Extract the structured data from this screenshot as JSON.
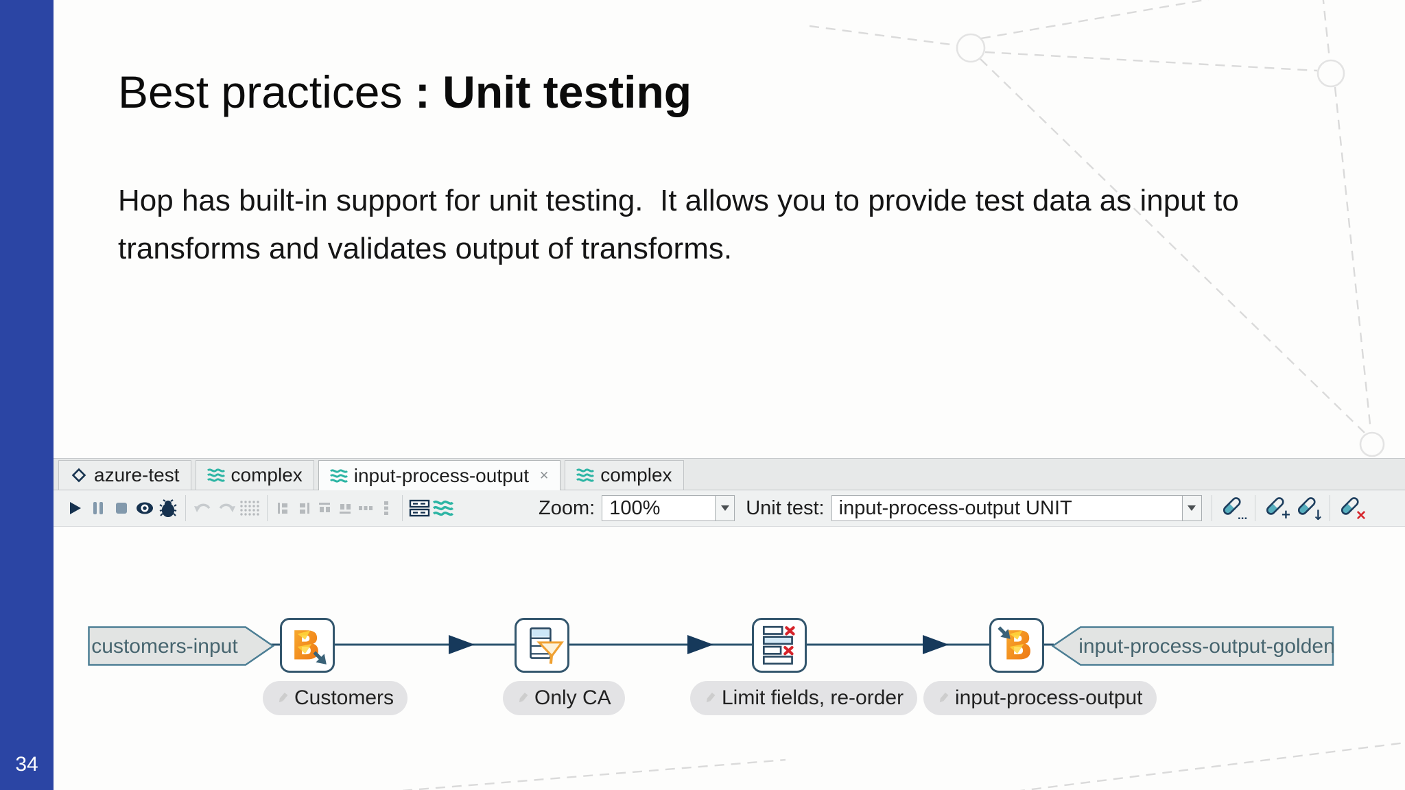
{
  "slide": {
    "page_number": "34",
    "title": {
      "regular": "Best practices ",
      "bold": ": Unit testing"
    },
    "body": "Hop has built-in support for unit testing.  It allows you to provide test data as input to transforms and validates output of transforms."
  },
  "hop": {
    "tabs": [
      {
        "label": "azure-test",
        "icon": "workflow-diamond-icon",
        "active": false
      },
      {
        "label": "complex",
        "icon": "pipeline-waves-icon",
        "active": false
      },
      {
        "label": "input-process-output",
        "icon": "pipeline-waves-icon",
        "active": true,
        "close_glyph": "✕"
      },
      {
        "label": "complex",
        "icon": "pipeline-waves-icon",
        "active": false
      }
    ],
    "toolbar": {
      "zoom_label": "Zoom:",
      "zoom_value": "100%",
      "unit_test_label": "Unit test:",
      "unit_test_value": "input-process-output UNIT"
    },
    "pipeline": {
      "input_data_set_label": "customers-input",
      "golden_data_set_label": "input-process-output-golden",
      "transforms": [
        {
          "name": "Customers",
          "type": "beam-input"
        },
        {
          "name": "Only CA",
          "type": "filter-rows"
        },
        {
          "name": "Limit fields, re-order",
          "type": "select-values"
        },
        {
          "name": "input-process-output",
          "type": "beam-output"
        }
      ]
    }
  },
  "colors": {
    "accent_blue": "#2b45a4",
    "hop_teal": "#2cb5a4",
    "icon_navy": "#16324f",
    "hop_line": "#2b536e",
    "error_red": "#d6232a",
    "beam_orange": "#ef7d1a"
  }
}
